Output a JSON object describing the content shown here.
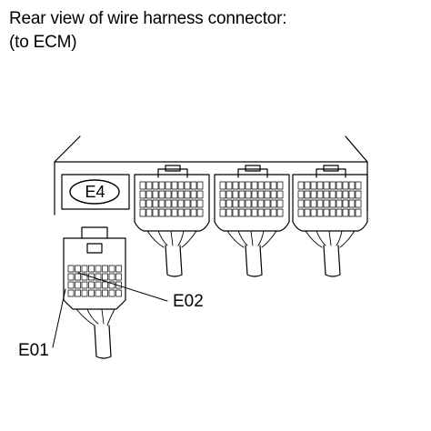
{
  "caption": {
    "line1": "Rear view of wire harness connector:",
    "line2": "(to ECM)"
  },
  "labels": {
    "ecm_connector": "E4",
    "pin_e02": "E02",
    "pin_e01": "E01"
  },
  "colors": {
    "line": "#000000",
    "background": "#ffffff"
  }
}
